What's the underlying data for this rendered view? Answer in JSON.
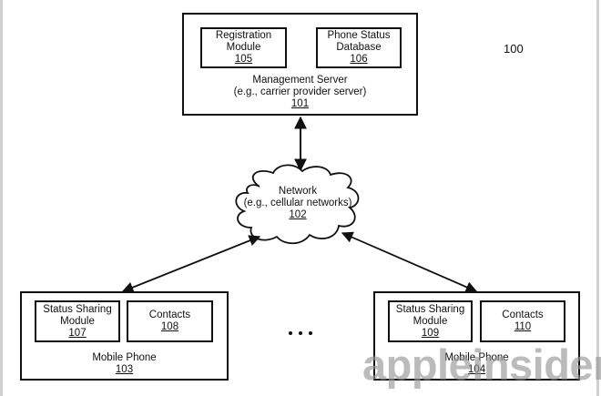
{
  "figure_number": "100",
  "management_server": {
    "title": "Management Server",
    "subtitle": "(e.g., carrier provider server)",
    "ref": "101",
    "registration_module": {
      "line1": "Registration",
      "line2": "Module",
      "ref": "105"
    },
    "phone_status_db": {
      "line1": "Phone Status",
      "line2": "Database",
      "ref": "106"
    }
  },
  "network": {
    "title": "Network",
    "subtitle": "(e.g., cellular networks)",
    "ref": "102"
  },
  "mobile_phone_1": {
    "title": "Mobile Phone",
    "ref": "103",
    "status_module": {
      "line1": "Status Sharing",
      "line2": "Module",
      "ref": "107"
    },
    "contacts": {
      "line1": "Contacts",
      "ref": "108"
    }
  },
  "mobile_phone_2": {
    "title": "Mobile Phone",
    "ref": "104",
    "status_module": {
      "line1": "Status Sharing",
      "line2": "Module",
      "ref": "109"
    },
    "contacts": {
      "line1": "Contacts",
      "ref": "110"
    }
  },
  "ellipsis": "• • •",
  "watermark": "appleinsider"
}
